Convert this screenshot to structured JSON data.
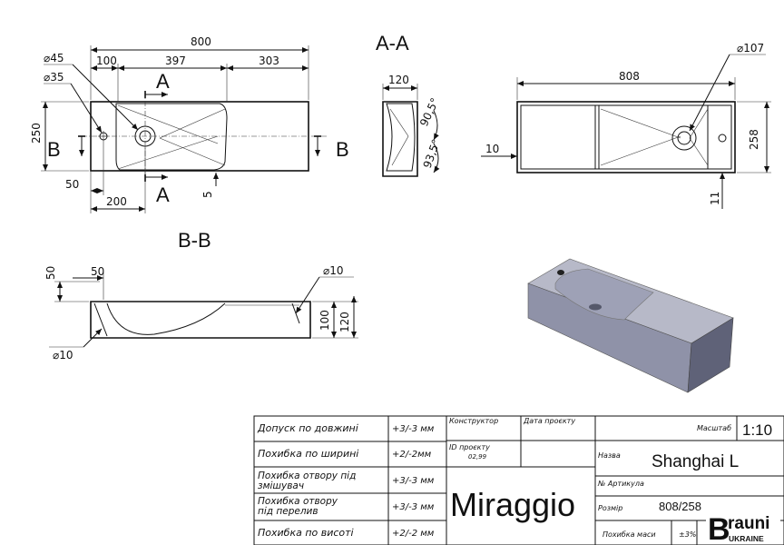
{
  "views": {
    "top": {
      "dims": {
        "d45": "⌀45",
        "d35": "⌀35",
        "w800": "800",
        "w100": "100",
        "w397": "397",
        "w303": "303",
        "h250": "250",
        "w50": "50",
        "w200": "200",
        "h5": "5"
      },
      "section_a": "A",
      "section_b": "B"
    },
    "section_aa": {
      "title": "A-A",
      "dims": {
        "w120": "120",
        "a905": "90,5°",
        "a935": "93,5°"
      }
    },
    "right": {
      "dims": {
        "d107": "⌀107",
        "w808": "808",
        "h258": "258",
        "w10": "10",
        "h11": "11"
      }
    },
    "section_bb": {
      "title": "B-B",
      "dims": {
        "h50": "50",
        "w50": "50",
        "d10a": "⌀10",
        "d10b": "⌀10",
        "h100": "100",
        "h120": "120"
      }
    }
  },
  "title_block": {
    "tolerances": [
      {
        "label": "Допуск по довжині",
        "value": "+3/-3 мм"
      },
      {
        "label": "Похибка по ширині",
        "value": "+2/-2мм"
      },
      {
        "label": "Похибка отвору під змішувач",
        "value": "+3/-3 мм"
      },
      {
        "label": "Похибка отвору під перелив",
        "value": "+3/-3 мм"
      },
      {
        "label": "Похибка по висоті",
        "value": "+2/-2 мм"
      }
    ],
    "constructor_label": "Конструктор",
    "date_label": "Дата проєкту",
    "project_id_label": "ID проєкту",
    "project_id_value": "02,99",
    "brand": "Miraggio",
    "scale_label": "Масштаб",
    "scale_value": "1:10",
    "name_label": "Назва",
    "name_value": "Shanghai L",
    "article_label": "№ Артикула",
    "size_label": "Розмір",
    "size_value": "808/258",
    "mass_error_label": "Похибка маси",
    "mass_error_value": "±3%"
  },
  "watermark": {
    "brand": "rauni",
    "sub": "UKRAINE"
  }
}
